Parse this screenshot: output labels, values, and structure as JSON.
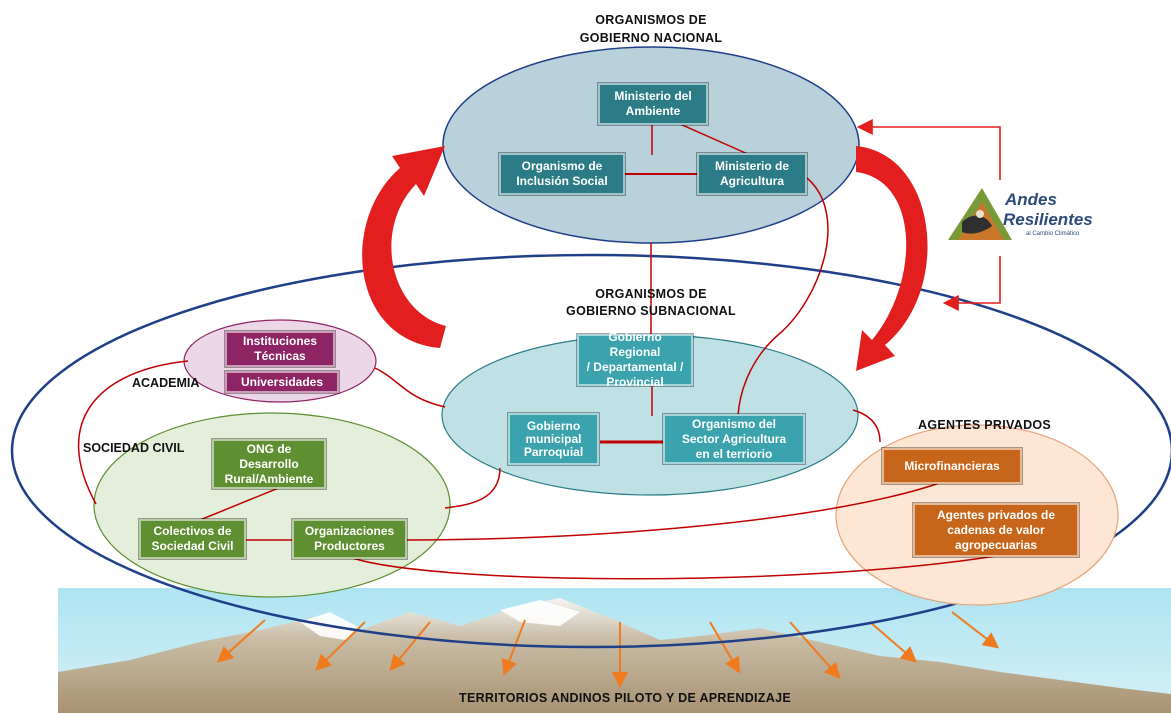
{
  "national": {
    "title": "ORGANISMOS DE\nGOBIERNO NACIONAL",
    "ministerio_ambiente": "Ministerio del\nAmbiente",
    "inclusion_social": "Organismo de\nInclusión Social",
    "ministerio_agricultura": "Ministerio de\nAgricultura"
  },
  "subnational": {
    "title": "ORGANISMOS DE\nGOBIERNO SUBNACIONAL",
    "gobierno_regional": "Gobierno Regional\n/ Departamental /\nProvincial",
    "gobierno_parroquial": "Gobierno\nmunicipal\nParroquial",
    "sector_agricultura": "Organismo del\nSector Agricultura\nen el terriorio"
  },
  "academia": {
    "title": "ACADEMIA",
    "instituciones": "Instituciones\nTécnicas",
    "universidades": "Universidades"
  },
  "sociedad_civil": {
    "title": "SOCIEDAD CIVIL",
    "ong": "ONG de\nDesarrollo\nRural/Ambiente",
    "colectivos": "Colectivos de\nSociedad Civil",
    "organizaciones": "Organizaciones\nProductores"
  },
  "agentes_privados": {
    "title": "AGENTES PRIVADOS",
    "microfinancieras": "Microfinancieras",
    "cadenas": "Agentes privados de\ncadenas de valor\nagropecuarias"
  },
  "logo": {
    "line1": "Andes",
    "line2": "Resilientes",
    "tagline": "al Cambio Climático"
  },
  "territory": {
    "title": "TERRITORIOS ANDINOS PILOTO Y DE APRENDIZAJE"
  },
  "colors": {
    "national_ellipse": "#b9d1da",
    "subnational_ellipse": "#bfe1e6",
    "civil_ellipse": "#e3eedb",
    "academia_ellipse": "#ecd7e8",
    "private_ellipse": "#fde6d3",
    "big_ellipse_stroke": "#1f3f88",
    "connector": "#c00000",
    "arrows": "#e53b1f"
  }
}
